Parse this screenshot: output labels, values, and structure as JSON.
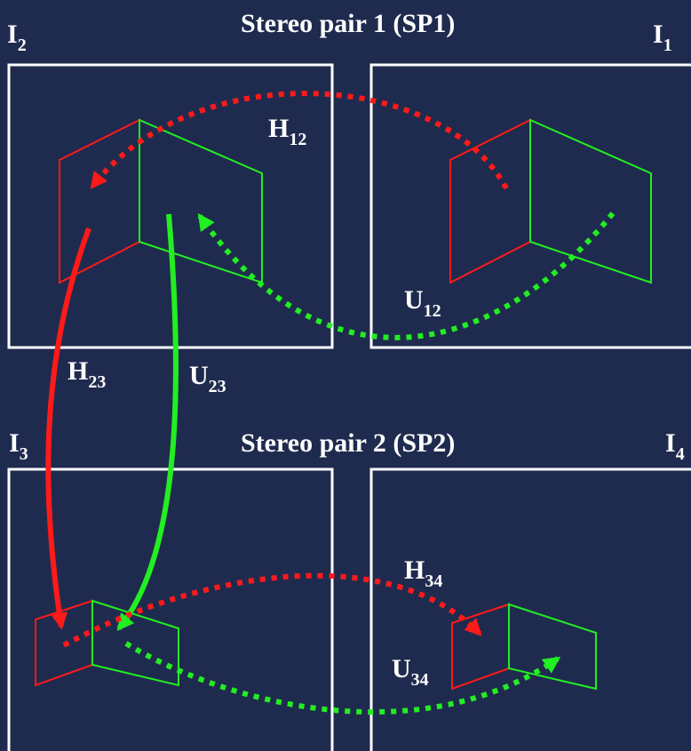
{
  "titles": {
    "sp1": "Stereo pair 1 (SP1)",
    "sp2": "Stereo pair 2 (SP2)"
  },
  "images": [
    {
      "letter": "I",
      "sub": "2"
    },
    {
      "letter": "I",
      "sub": "1"
    },
    {
      "letter": "I",
      "sub": "3"
    },
    {
      "letter": "I",
      "sub": "4"
    }
  ],
  "transforms": {
    "h12": {
      "letter": "H",
      "sub": "12"
    },
    "u12": {
      "letter": "U",
      "sub": "12"
    },
    "h23": {
      "letter": "H",
      "sub": "23"
    },
    "u23": {
      "letter": "U",
      "sub": "23"
    },
    "h34": {
      "letter": "H",
      "sub": "34"
    },
    "u34": {
      "letter": "U",
      "sub": "34"
    }
  },
  "colors": {
    "background": "#1f2b4e",
    "frame": "#ffffff",
    "homography": "#ff1a1a",
    "plane": "#22ee22"
  }
}
